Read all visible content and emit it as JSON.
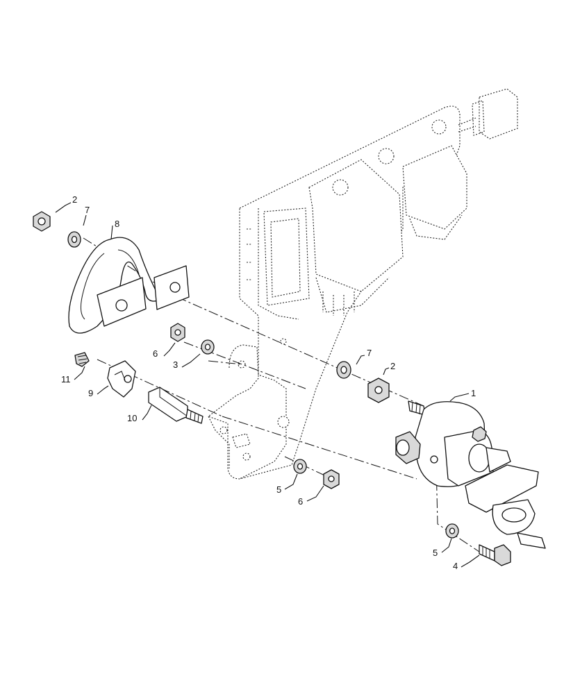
{
  "callouts": [
    {
      "id": "c-2a",
      "label": "2"
    },
    {
      "id": "c-7a",
      "label": "7"
    },
    {
      "id": "c-8",
      "label": "8"
    },
    {
      "id": "c-6a",
      "label": "6"
    },
    {
      "id": "c-3",
      "label": "3"
    },
    {
      "id": "c-7b",
      "label": "7"
    },
    {
      "id": "c-2b",
      "label": "2"
    },
    {
      "id": "c-11",
      "label": "11"
    },
    {
      "id": "c-9",
      "label": "9"
    },
    {
      "id": "c-10",
      "label": "10"
    },
    {
      "id": "c-1",
      "label": "1"
    },
    {
      "id": "c-5a",
      "label": "5"
    },
    {
      "id": "c-6b",
      "label": "6"
    },
    {
      "id": "c-5b",
      "label": "5"
    },
    {
      "id": "c-4",
      "label": "4"
    }
  ],
  "colors": {
    "line": "#111111",
    "fill": "#ffffff",
    "shade": "#d9d9d9"
  }
}
